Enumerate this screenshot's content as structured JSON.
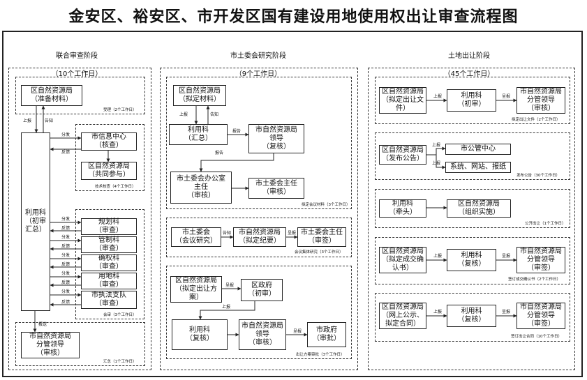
{
  "title": "金安区、裕安区、市开发区国有建设用地使用权出让审查流程图",
  "phases": {
    "left": {
      "name": "联合审查阶段",
      "duration": "（10个工作日）"
    },
    "middle": {
      "name": "市土委会研究阶段",
      "duration": "（9个工作日）"
    },
    "right": {
      "name": "土地出让阶段",
      "duration": "（45个工作日）"
    }
  },
  "left": {
    "prepare": "区自然资源局\n（准备材料）",
    "prepare_note": "受理（2个工作日）",
    "liyong": "利用科\n（初审\n汇总）",
    "xinxi": "市信息中心\n（核查）",
    "district_join": "区自然资源局\n（共同参与）",
    "tech_note": "技术核查（4个工作日）",
    "sections": [
      "规划科\n（审查）",
      "管制科\n（审查）",
      "确权科\n（审查）",
      "用地科\n（审查）",
      "市执法支队\n（审查）"
    ],
    "hui_note": "会审（3个工作日）",
    "leader": "市自然资源局\n分管领导\n（审核）",
    "sum_note": "汇总（1个工作日）",
    "labels": {
      "up": "上报",
      "notify": "告知",
      "dispatch": "分发",
      "feedback": "反馈",
      "report": "报送"
    }
  },
  "middle": {
    "district_prep": "区自然资源局\n（拟定材料）",
    "liyong_sum": "利用科\n（汇总）",
    "leader_review": "市自然资源局\n领导\n（复核）",
    "office": "市土委会办公室\n主任\n（审核）",
    "director": "市土委会主任\n（审核）",
    "sub_note": "拟定会议材料（3个工作日）",
    "meeting": "市土委会\n（会议研究）",
    "minutes": "市自然资源局\n（拟定纪要）",
    "director_sign": "市土委会主任\n（审签）",
    "meeting_note": "会议集体研究（3个工作日）",
    "plan": "区自然资源局\n（拟定出让方\n案）",
    "gov_first": "区政府\n（初审）",
    "review": "利用科\n（复核）",
    "leader_check": "市自然资源局\n领导\n（审核）",
    "city_gov": "市政府\n（审批）",
    "plan_note": "出让方案审批（3个工作日）",
    "labels": {
      "up": "上报",
      "notify": "告知",
      "report": "报告",
      "submit": "呈报",
      "sign": "呈报"
    }
  },
  "right": {
    "r1_a": "区自然资源局\n（拟定出让文\n件）",
    "r1_b": "利用科\n（初审）",
    "r1_c": "市自然资源局\n分管领导\n（审核）",
    "r1_note": "拟定出让文件（2个工作日）",
    "r2_a": "区自然资源局\n（发布公告）",
    "r2_b": "市公管中心",
    "r2_c": "系统、网站、报纸",
    "r2_note": "发布公告（30个工作日）",
    "r3_a": "利用科\n（牵头）",
    "r3_b": "区自然资源局\n（组织实施）",
    "r3_note": "公开出让（1个工作日）",
    "r4_a": "区自然资源局\n（拟定成交确\n认书）",
    "r4_b": "利用科\n（复核）",
    "r4_c": "市自然资源局\n分管领导\n（审签）",
    "r4_note": "签订成交确认书（2个工作日）",
    "r5_a": "区自然资源局\n（网上公示、\n拟定合同）",
    "r5_b": "利用科\n（复核）",
    "r5_c": "市自然资源局\n分管领导\n（审签）",
    "r5_note": "签订出让合同（10个工作日）",
    "labels": {
      "up": "上报",
      "submit": "呈报"
    }
  }
}
